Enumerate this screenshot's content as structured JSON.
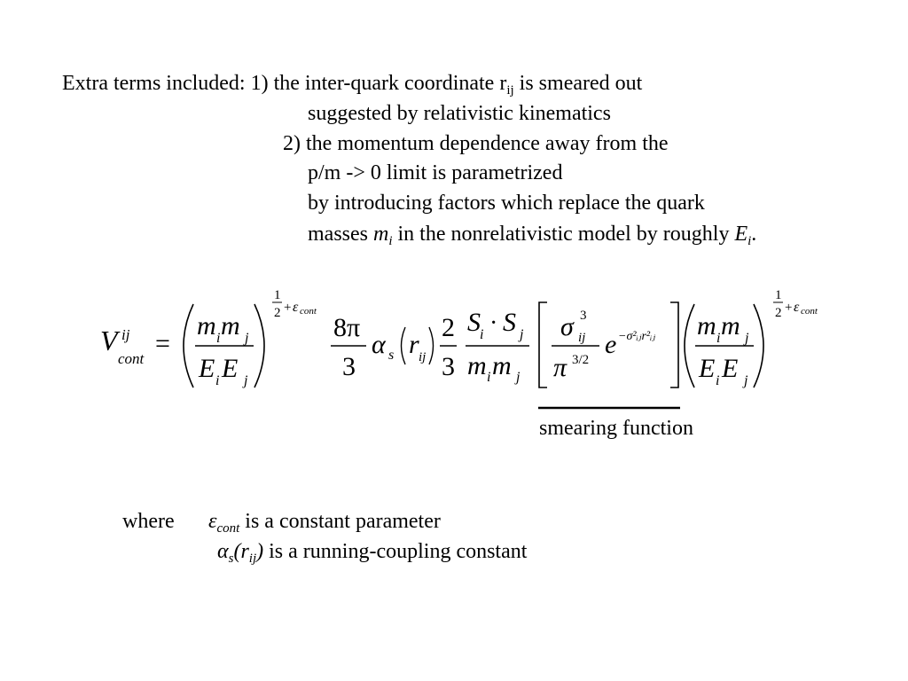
{
  "intro": {
    "lead": "Extra terms included: 1) the inter-quark coordinate r",
    "lead_sub": "ij",
    "lead_tail": " is smeared out",
    "line2": "suggested by relativistic kinematics",
    "line3": "2) the momentum dependence away from the",
    "line4": "p/m -> 0 limit is parametrized",
    "line5": "by introducing factors which replace the quark",
    "line6_a": "masses ",
    "line6_m": "m",
    "line6_i": "i",
    "line6_b": " in the nonrelativistic model by roughly ",
    "line6_E": "E",
    "line6_i2": "i",
    "line6_c": "."
  },
  "equation": {
    "V": "V",
    "V_sup": "ij",
    "V_sub": "cont",
    "equals": "=",
    "m": "m",
    "E": "E",
    "idx_i": "i",
    "idx_j": "j",
    "exp_one": "1",
    "exp_two": "2",
    "exp_plus": "+",
    "epsilon": "ε",
    "cont": "cont",
    "eight_pi": "8π",
    "three": "3",
    "two": "2",
    "alpha": "α",
    "s": "s",
    "r": "r",
    "ij": "ij",
    "S": "S",
    "dot": "·",
    "sigma": "σ",
    "sigma_exp": "3",
    "pi": "π",
    "pi_exp": "3/2",
    "e": "e",
    "exponent": "−σ²ᵢⱼr²ᵢⱼ"
  },
  "smearing_label": "smearing function",
  "definitions": {
    "where": "where",
    "eps": "ε",
    "eps_sub": "cont",
    "eps_text": " is a constant parameter",
    "alpha": "α",
    "alpha_sub": "s",
    "r_open": "(",
    "r": "r",
    "r_sub": "ij",
    "r_close": ")",
    "alpha_text": " is a running-coupling constant"
  }
}
